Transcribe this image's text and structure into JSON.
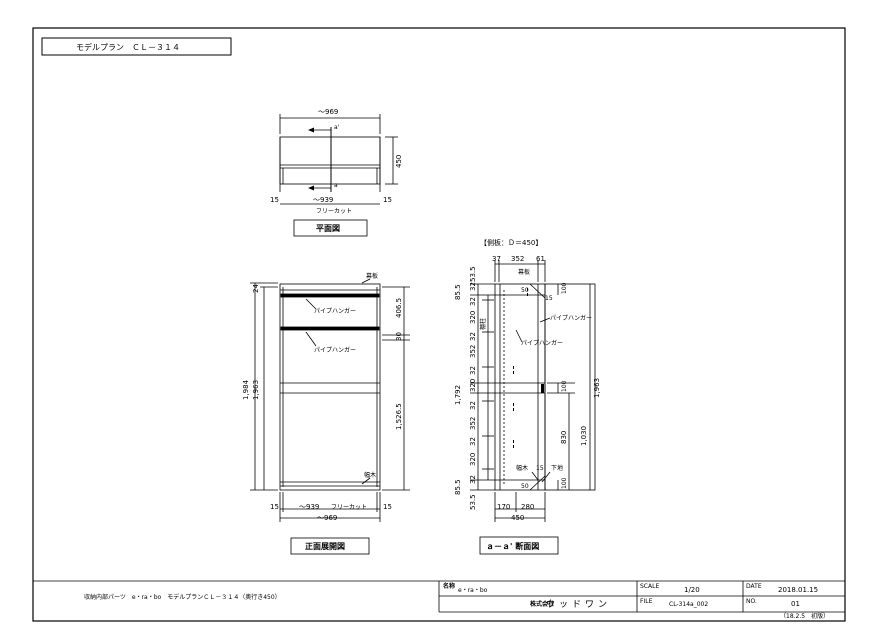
{
  "title_box": {
    "title": "モデルプラン　ＣＬ－３１４"
  },
  "plan_view": {
    "top_width": "～969",
    "bottom_width": "～939",
    "free_cut": "フリーカット",
    "left_margin": "15",
    "right_margin": "15",
    "depth": "450",
    "section_mark_top": "a'",
    "section_mark_bottom": "a",
    "caption": "平面図"
  },
  "front_view": {
    "overall_height": "1,984",
    "inner_height": "1,963",
    "top_gap": "24",
    "upper_height": "406.5",
    "upper_gap": "30",
    "lower_height": "1,526.5",
    "hanger_label_1": "パイプハンガー",
    "hanger_label_2": "パイプハンガー",
    "top_board": "幕板",
    "bottom_board": "幅木",
    "bottom_left_margin": "15",
    "bottom_right_margin": "15",
    "bottom_width": "～939",
    "free_cut": "フリーカット",
    "overall_width": "～969",
    "caption": "正面展開図"
  },
  "section_view": {
    "note": "【側板：Ｄ＝450】",
    "top_dims": [
      "37",
      "352",
      "61"
    ],
    "top_board": "幕板",
    "left_dims": [
      "53.5",
      "32",
      "85.5",
      "32",
      "320",
      "32",
      "352",
      "32",
      "320",
      "32",
      "352",
      "32",
      "320",
      "32",
      "85.5",
      "53.5"
    ],
    "mid_dim": "1,792",
    "shelf_pin_label": "棚柱",
    "hanger_label_1": "パイプハンガー",
    "hanger_label_2": "パイプハンガー",
    "dim_15": "15",
    "right_100_top": "100",
    "right_100_mid": "100",
    "right_100_bottom": "100",
    "right_830": "830",
    "right_1030": "1,030",
    "right_1963": "1,963",
    "top_50": "50",
    "bottom_50": "50",
    "bottom_board": "幅木",
    "bottom_board_dim": "15",
    "lower_board": "下地",
    "bottom_dims": [
      "170",
      "280"
    ],
    "overall_depth": "450",
    "caption": "ａ－ａ' 断面図"
  },
  "title_block": {
    "description": "収納内部パーツ　e・ra・bo　モデルプランＣＬ－３１４（奥行き450）",
    "product_label": "名称",
    "product": "e・ra・bo",
    "company_label": "株式会社",
    "company": "ウッドワン",
    "scale_label": "SCALE",
    "scale": "1/20",
    "date_label": "DATE",
    "date": "2018.01.15",
    "file_label": "FILE",
    "file": "CL-314a_002",
    "no_label": "NO.",
    "no": "01",
    "footer": "（18.2.5　初版）"
  }
}
